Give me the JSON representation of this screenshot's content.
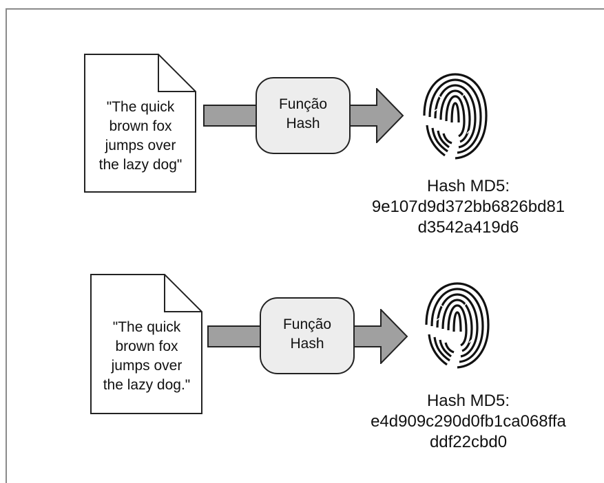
{
  "diagrams": [
    {
      "input_text": "\"The quick\nbrown fox\njumps over\nthe lazy dog\"",
      "function_label": "Função\nHash",
      "hash_label": "Hash MD5:",
      "hash_line1": "9e107d9d372bb6826bd81",
      "hash_line2": "d3542a419d6"
    },
    {
      "input_text": "\"The quick\nbrown fox\njumps over\nthe lazy dog.\"",
      "function_label": "Função\nHash",
      "hash_label": "Hash MD5:",
      "hash_line1": "e4d909c290d0fb1ca068ffa",
      "hash_line2": "ddf22cbd0"
    }
  ],
  "icons": {
    "document": "document-icon",
    "arrow": "arrow-right-icon",
    "fingerprint": "fingerprint-icon"
  },
  "colors": {
    "arrow_fill": "#a0a0a0",
    "box_fill": "#ededed",
    "frame": "#8a8a8a"
  }
}
